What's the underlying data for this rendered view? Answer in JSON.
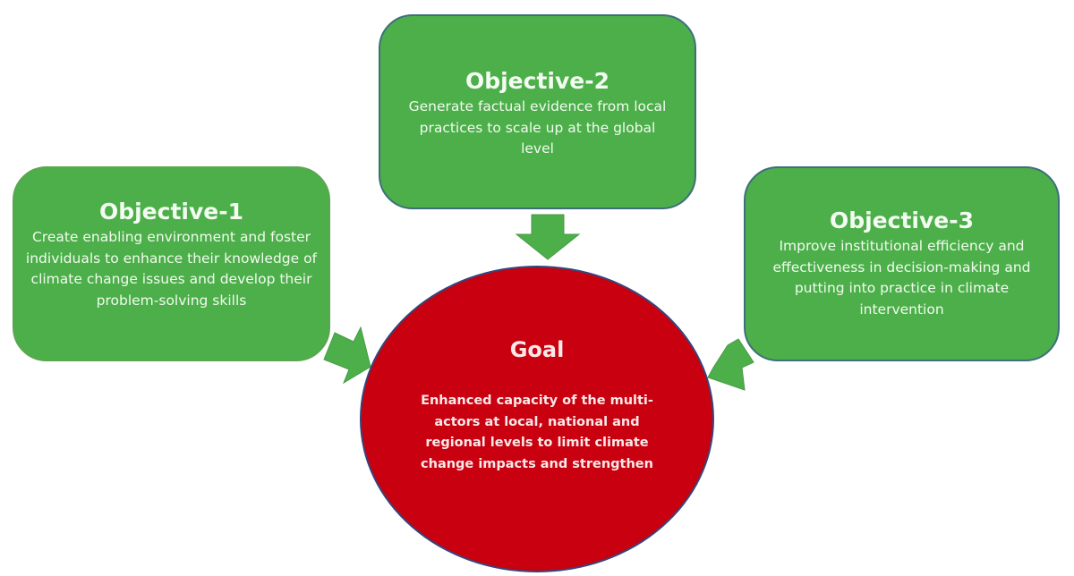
{
  "diagram": {
    "colors": {
      "objective_fill": "#4caf4a",
      "objective_border": "#3d6f7a",
      "goal_fill": "#c8000f",
      "goal_border": "#37457a",
      "arrow_fill": "#4caf4a",
      "text": "#ffffff"
    },
    "objectives": [
      {
        "title": "Objective-1",
        "description": "Create enabling environment and foster individuals to enhance their knowledge of climate change issues and develop their problem-solving skills"
      },
      {
        "title": "Objective-2",
        "description": "Generate factual evidence from local practices to scale up at the global level"
      },
      {
        "title": "Objective-3",
        "description": "Improve institutional efficiency and effectiveness in decision-making and putting into practice in climate intervention"
      }
    ],
    "goal": {
      "title": "Goal",
      "description": "Enhanced capacity of the multi-actors at local, national and regional levels to limit climate change impacts and strengthen"
    },
    "connections": [
      {
        "from": "Objective-1",
        "to": "Goal"
      },
      {
        "from": "Objective-2",
        "to": "Goal"
      },
      {
        "from": "Objective-3",
        "to": "Goal"
      }
    ]
  }
}
